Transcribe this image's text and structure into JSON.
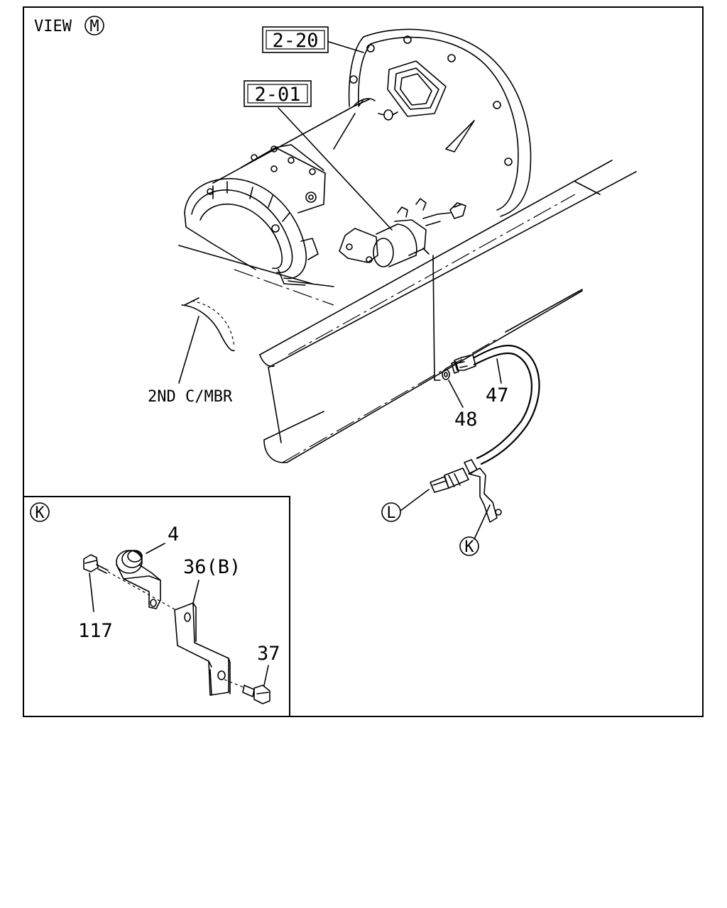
{
  "view_title": {
    "text": "VIEW",
    "letter": "M"
  },
  "part_labels": {
    "ref_2_20": "2-20",
    "ref_2_01": "2-01",
    "crossmember": "2ND C/MBR",
    "hose": "47",
    "washer": "48",
    "connector_to": "L",
    "clip_ref": "K",
    "inset_letter": "K",
    "clip": "4",
    "bracket": "36(B)",
    "bolt_long": "117",
    "bolt_short": "37"
  }
}
